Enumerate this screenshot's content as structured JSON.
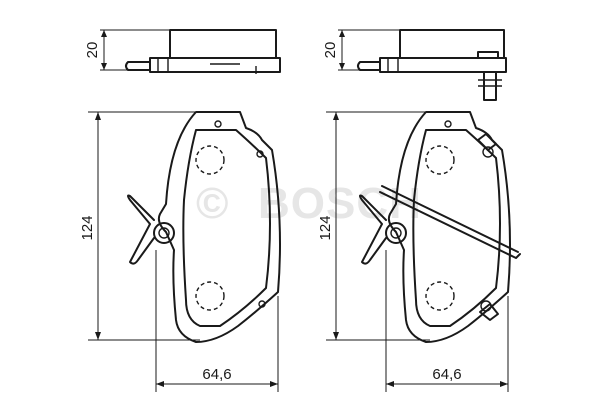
{
  "watermark": {
    "copyright_symbol": "©",
    "brand": "BOSCH"
  },
  "dimensions": {
    "thickness": "20",
    "height": "124",
    "width": "64,6"
  },
  "views": [
    {
      "id": "left",
      "variant": "without-wear-sensor"
    },
    {
      "id": "right",
      "variant": "with-wear-sensor"
    }
  ]
}
